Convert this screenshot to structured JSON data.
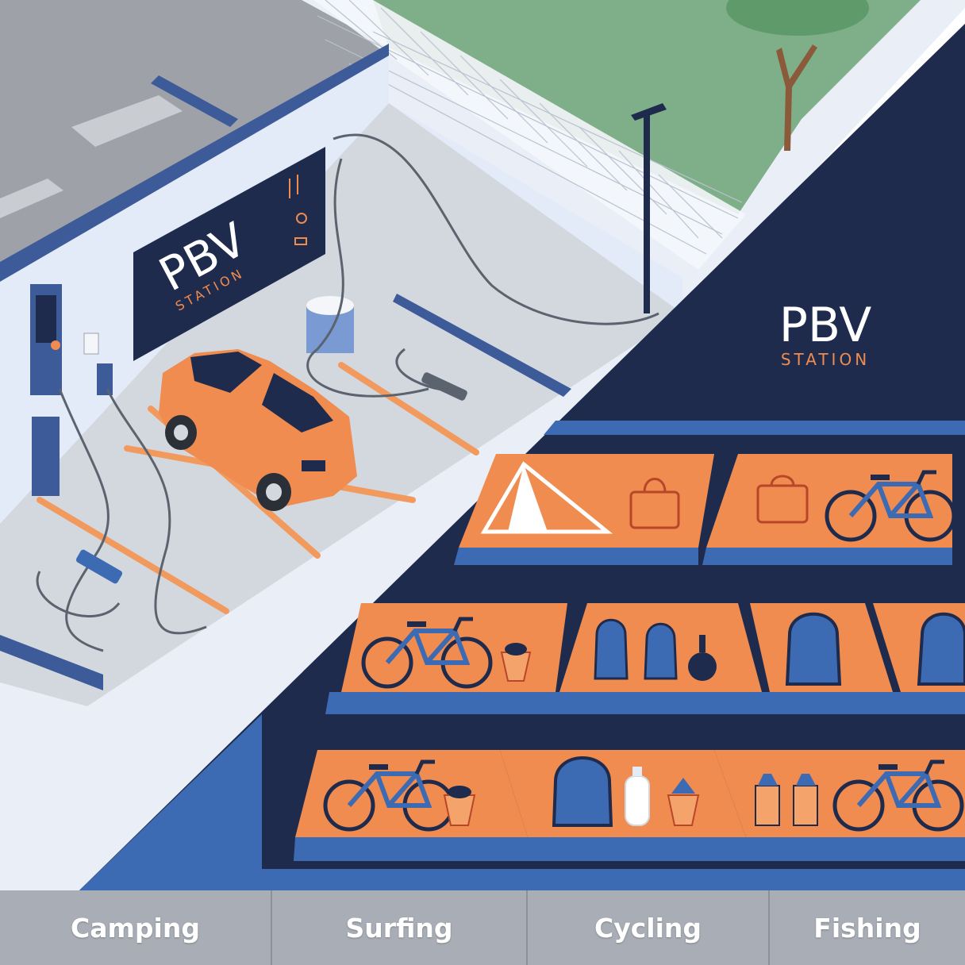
{
  "signs": {
    "left": {
      "title": "PBV",
      "subtitle": "STATION"
    },
    "right": {
      "title": "PBV",
      "subtitle": "STATION"
    }
  },
  "categories": [
    {
      "label": "Camping"
    },
    {
      "label": "Surfing"
    },
    {
      "label": "Cycling"
    },
    {
      "label": "Fishing"
    }
  ],
  "colors": {
    "navy": "#1f2b4d",
    "orange": "#f08c4f",
    "blue": "#3d6bb3",
    "wall": "#e3ebf8",
    "floor": "#d3d8df",
    "grass": "#7faf88"
  },
  "icons": [
    "tent-icon",
    "bag-icon",
    "bicycle-icon",
    "backpack-icon",
    "lantern-icon",
    "gas-canister-icon",
    "sack-icon",
    "ev-charger-icon",
    "car-icon",
    "tree-icon",
    "lamp-post-icon"
  ]
}
